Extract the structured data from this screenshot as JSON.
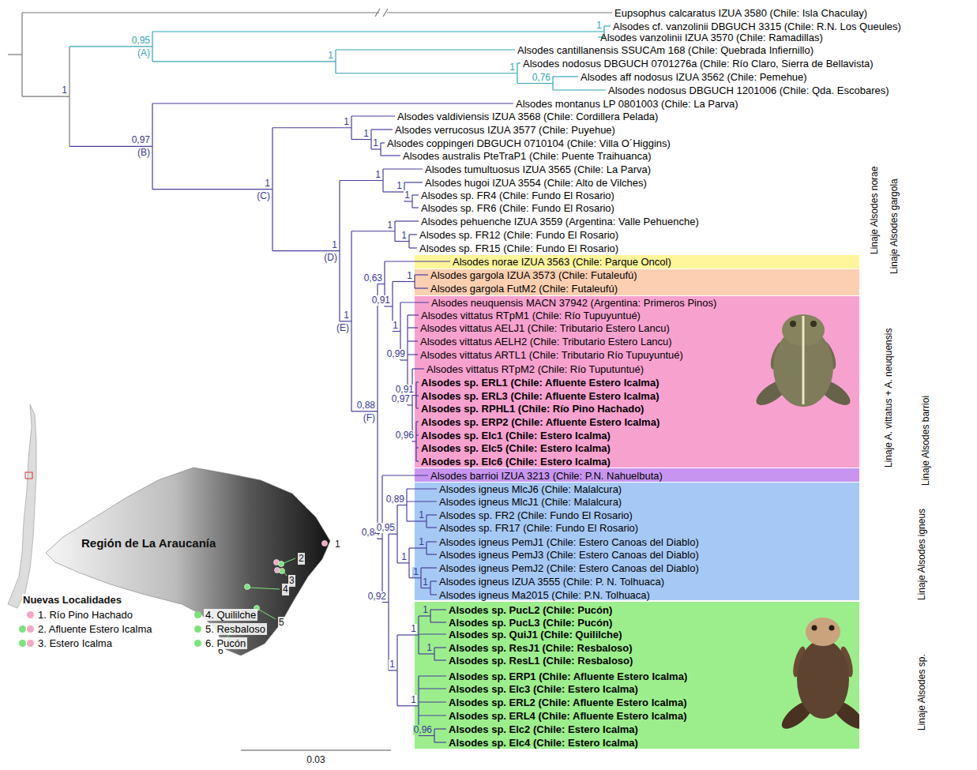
{
  "diagram": {
    "nodes": [
      {
        "text": [
          "Linaje Alsodes norae",
          "Alsodes norae IZUA 3563 (Chile: Parque Oncol)"
        ]
      },
      {
        "text": [
          "Linaje Alsodes gargola",
          "Alsodes gargola IZUA 3573 (Chile: Futaleufú)",
          "Alsodes gargola FutM2 (Chile: Futaleufú)"
        ]
      },
      {
        "text": [
          "Linaje A. vittatus + A. neuquensis",
          "Alsodes neuquensis MACN 37942 (Argentina: Primeros Pinos)",
          "Alsodes vittatus RTpM1 (Chile: Río Tupuyuntué)",
          "Alsodes vittatus AELJ1 (Chile: Tributario Estero Lancu)",
          "Alsodes vittatus AELH2 (Chile: Tributario Estero Lancu)",
          "Alsodes vittatus ARTL1 (Chile: Tributario Río Tupuyuntué)",
          "Alsodes vittatus RTpM2 (Chile: Río Tuputuntué)",
          "Alsodes sp. ERL1 (Chile: Afluente Estero Icalma)",
          "Alsodes sp. ERL3 (Chile: Afluente Estero Icalma)",
          "Alsodes sp. RPHL1 (Chile: Río Pino Hachado)",
          "Alsodes sp. ERP2 (Chile: Afluente Estero Icalma)",
          "Alsodes sp. Elc1 (Chile: Estero Icalma)",
          "Alsodes sp. Elc5 (Chile: Estero Icalma)",
          "Alsodes sp. Elc6 (Chile: Estero Icalma)"
        ]
      },
      {
        "text": [
          "Linaje Alsodes barrioi",
          "Alsodes barrioi IZUA 3213 (Chile: P.N. Nahuelbuta)"
        ]
      },
      {
        "text": [
          "Linaje Alsodes igneus",
          "Alsodes igneus MlcJ6 (Chile: Malalcura)",
          "Alsodes igneus MlcJ1 (Chile: Malalcura)",
          "Alsodes sp. FR2 (Chile: Fundo El Rosario)",
          "Alsodes sp. FR17 (Chile: Fundo El Rosario)",
          "Alsodes igneus PemJ1 (Chile: Estero Canoas del Diablo)",
          "Alsodes igneus PemJ3 (Chile: Estero Canoas del Diablo)",
          "Alsodes igneus PemJ2 (Chile: Estero Canoas del Diablo)",
          "Alsodes igneus IZUA 3555 (Chile: P. N. Tolhuaca)",
          "Alsodes igneus Ma2015 (Chile: P.N. Tolhuaca)"
        ]
      },
      {
        "text": [
          "Linaje Alsodes sp.",
          "Alsodes sp. PucL2 (Chile: Pucón)",
          "Alsodes sp. PucL3 (Chile: Pucón)",
          "Alsodes sp. QuiJ1 (Chile: Quililche)",
          "Alsodes sp. ResJ1 (Chile: Resbaloso)",
          "Alsodes sp. ResL1 (Chile: Resbaloso)",
          "Alsodes sp. ERP1 (Chile: Afluente Estero Icalma)",
          "Alsodes sp. Elc3 (Chile: Estero Icalma)",
          "Alsodes sp. ERL2 (Chile: Afluente Estero Icalma)",
          "Alsodes sp. ERL4 (Chile: Afluente Estero Icalma)",
          "Alsodes sp. Elc2 (Chile: Estero Icalma)",
          "Alsodes sp. Elc4 (Chile: Estero Icalma)"
        ]
      }
    ],
    "labels": [
      "Eupsophus calcaratus IZUA 3580 (Chile: Isla Chaculay)",
      "Alsodes cf. vanzolinii DBGUCH 3315 (Chile: R.N. Los Queules)",
      "Alsodes vanzolinii IZUA 3570 (Chile: Ramadillas)",
      "Alsodes cantillanensis SSUCAm 168 (Chile: Quebrada Infiernillo)",
      "Alsodes nodosus DBGUCH 0701276a (Chile: Río Claro, Sierra de Bellavista)",
      "Alsodes aff nodosus IZUA 3562 (Chile: Pemehue)",
      "Alsodes nodosus DBGUCH 1201006 (Chile: Qda. Escobares)",
      "Alsodes montanus LP 0801003 (Chile: La Parva)",
      "Alsodes valdiviensis IZUA 3568 (Chile: Cordillera Pelada)",
      "Alsodes verrucosus IZUA 3577 (Chile: Puyehue)",
      "Alsodes coppingeri DBGUCH 0710104 (Chile: Villa O´Higgins)",
      "Alsodes australis PteTraP1 (Chile: Puente Traihuanca)",
      "Alsodes tumultuosus IZUA 3565 (Chile: La Parva)",
      "Alsodes hugoi IZUA 3554 (Chile: Alto de Vilches)",
      "Alsodes sp. FR4 (Chile: Fundo El Rosario)",
      "Alsodes sp. FR6 (Chile: Fundo El Rosario)",
      "Alsodes pehuenche IZUA 3559 (Argentina: Valle Pehuenche)",
      "Alsodes sp. FR12 (Chile: Fundo El Rosario)",
      "Alsodes sp. FR15 (Chile: Fundo El Rosario)",
      "1",
      "0,95",
      "(A)",
      "1",
      "1",
      "1",
      "0,76",
      "0,97",
      "(B)",
      "1",
      "(C)",
      "1",
      "1",
      "1",
      "1",
      "(D)",
      "1",
      "1",
      "1",
      "1",
      "(E)",
      "1",
      "1",
      "0,88",
      "(F)",
      "0,63",
      "0,91",
      "1",
      "1",
      "0,99",
      "0,97",
      "0,91",
      "0,96",
      "0,84",
      "0,92",
      "0,95",
      "0,89",
      "1",
      "1",
      "1",
      "1",
      "1",
      "1",
      "1",
      "1",
      "1",
      "1",
      "0,96",
      "Región de La Araucanía",
      "1",
      "2",
      "3",
      "4",
      "5",
      "6",
      "Nuevas Localidades",
      "0.03"
    ],
    "legend": [
      {
        "text": "1. Río Pino Hachado",
        "color": "#f4a6c8"
      },
      {
        "text": "2. Afluente Estero Icalma",
        "color": "#f4a6c8"
      },
      {
        "text": "3. Estero Icalma",
        "color": "#f4a6c8"
      },
      {
        "text": "4. Quililche",
        "color": "#7be37b"
      },
      {
        "text": "5. Resbaloso",
        "color": "#7be37b"
      },
      {
        "text": "6. Pucón",
        "color": "#7be37b"
      }
    ]
  }
}
